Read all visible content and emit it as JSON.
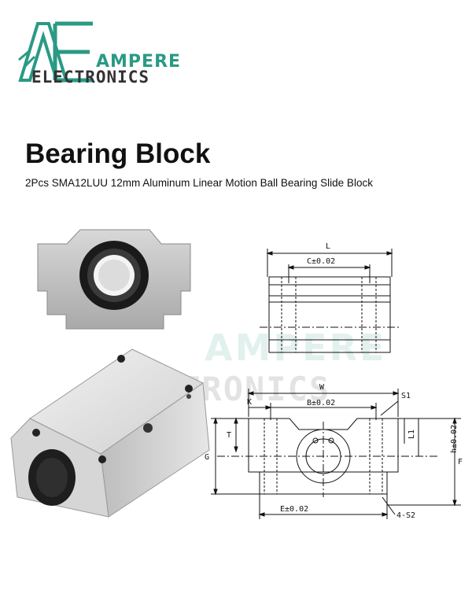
{
  "logo": {
    "brand_line1": "AMPERE",
    "brand_line2": "ELECTRONICS",
    "accent_color": "#2a9a84"
  },
  "product": {
    "title": "Bearing Block",
    "subtitle": "2Pcs SMA12LUU 12mm Aluminum Linear Motion Ball Bearing Slide Block"
  },
  "drawing": {
    "side_view": {
      "length_label": "L",
      "center_label": "C±0.02"
    },
    "front_view": {
      "width_label": "W",
      "k_label": "K",
      "b_label": "B±0.02",
      "s1_label": "S1",
      "t_label": "T",
      "g_label": "G",
      "l1_label": "L1",
      "h_label": "h±0.02",
      "f_label": "F",
      "e_label": "E±0.02",
      "hole_label": "4-S2"
    }
  }
}
